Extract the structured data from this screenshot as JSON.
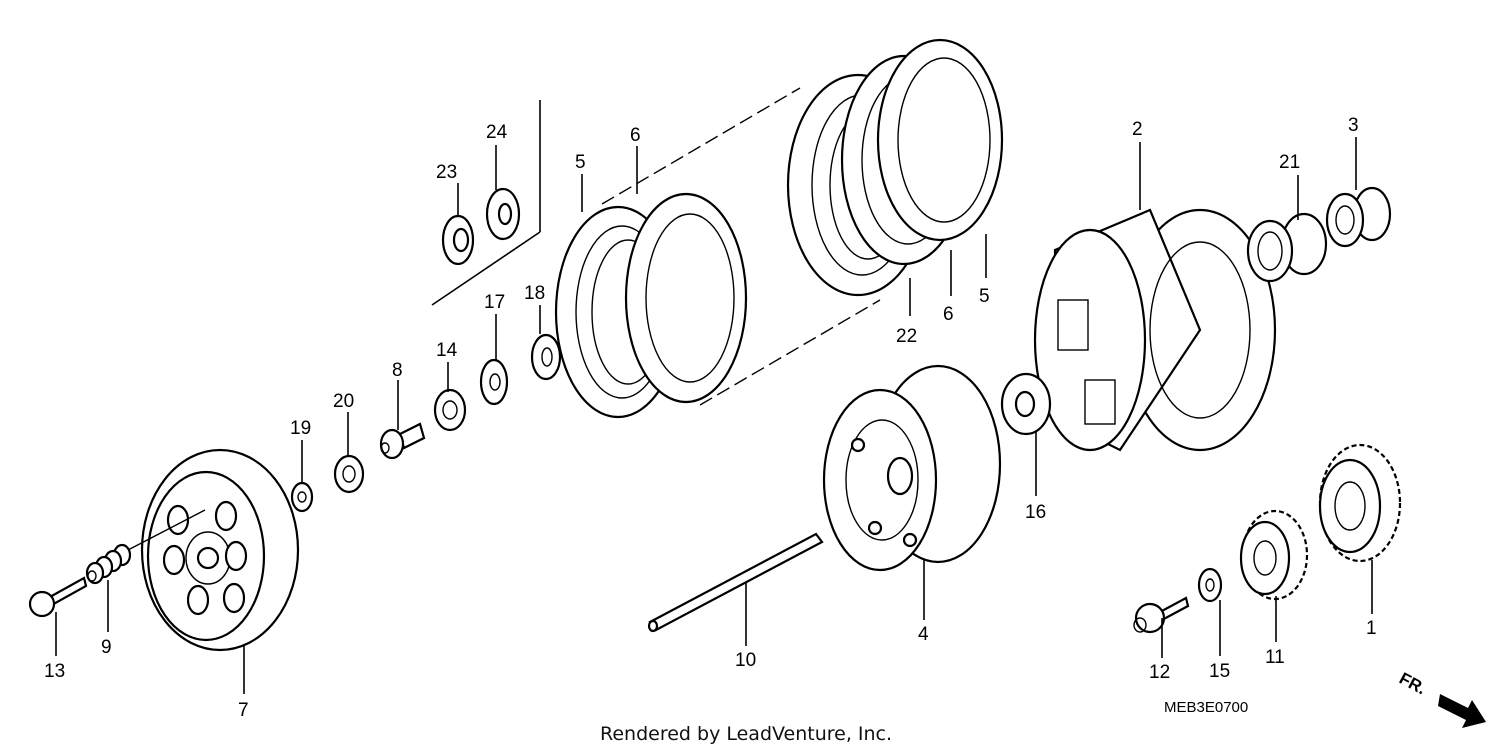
{
  "diagram": {
    "code": "MEB3E0700",
    "credit": "Rendered by LeadVenture, Inc.",
    "direction_label": "FR.",
    "callouts": {
      "c1": "1",
      "c2": "2",
      "c3": "3",
      "c4": "4",
      "c5a": "5",
      "c5b": "5",
      "c6a": "6",
      "c6b": "6",
      "c7": "7",
      "c8": "8",
      "c9": "9",
      "c10": "10",
      "c11": "11",
      "c12": "12",
      "c13": "13",
      "c14": "14",
      "c15": "15",
      "c16": "16",
      "c17": "17",
      "c18": "18",
      "c19": "19",
      "c20": "20",
      "c21": "21",
      "c22": "22",
      "c23": "23",
      "c24": "24"
    }
  }
}
